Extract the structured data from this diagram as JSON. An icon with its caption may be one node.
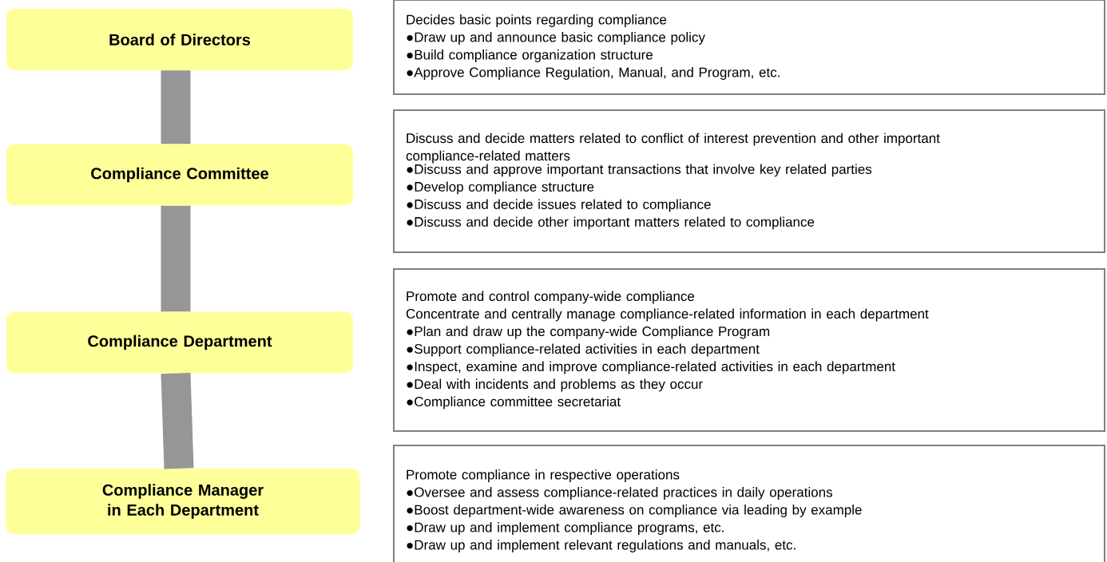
{
  "diagram": {
    "nodes": [
      {
        "text": [
          "Board of Directors"
        ]
      },
      {
        "text": [
          "Compliance Committee"
        ]
      },
      {
        "text": [
          "Compliance Department"
        ]
      },
      {
        "text": [
          "Compliance Manager in Each Department"
        ]
      },
      {
        "text": [
          "Decides basic points regarding compliance",
          "●Draw up and announce basic compliance policy",
          "●Build compliance organization structure",
          "●Approve Compliance Regulation, Manual, and Program, etc."
        ]
      },
      {
        "text": [
          "Discuss and decide matters related to conflict of interest prevention and other important compliance-related matters",
          "●Discuss and approve important transactions that involve key related parties",
          "●Develop compliance structure",
          "●Discuss and decide issues related to compliance",
          "●Discuss and decide other important matters related to compliance"
        ]
      },
      {
        "text": [
          "Promote and control company-wide compliance",
          "Concentrate and centrally manage compliance-related information in each department",
          "●Plan and draw up the company-wide Compliance Program",
          "●Support compliance-related activities in each department",
          "●Inspect, examine and improve compliance-related activities in each department",
          "●Deal with incidents and problems as they occur",
          "●Compliance committee secretariat"
        ]
      },
      {
        "text": [
          "Promote compliance in respective operations",
          "●Oversee and assess compliance-related practices in daily operations",
          "●Boost department-wide awareness on compliance via leading by example",
          "●Draw up and implement compliance programs, etc.",
          "●Draw up and implement relevant regulations and manuals, etc."
        ]
      }
    ],
    "edges": [
      {
        "from": 0,
        "to": 1,
        "arrow": "none"
      },
      {
        "from": 1,
        "to": 2,
        "arrow": "none"
      },
      {
        "from": 2,
        "to": 3,
        "arrow": "none"
      }
    ]
  }
}
